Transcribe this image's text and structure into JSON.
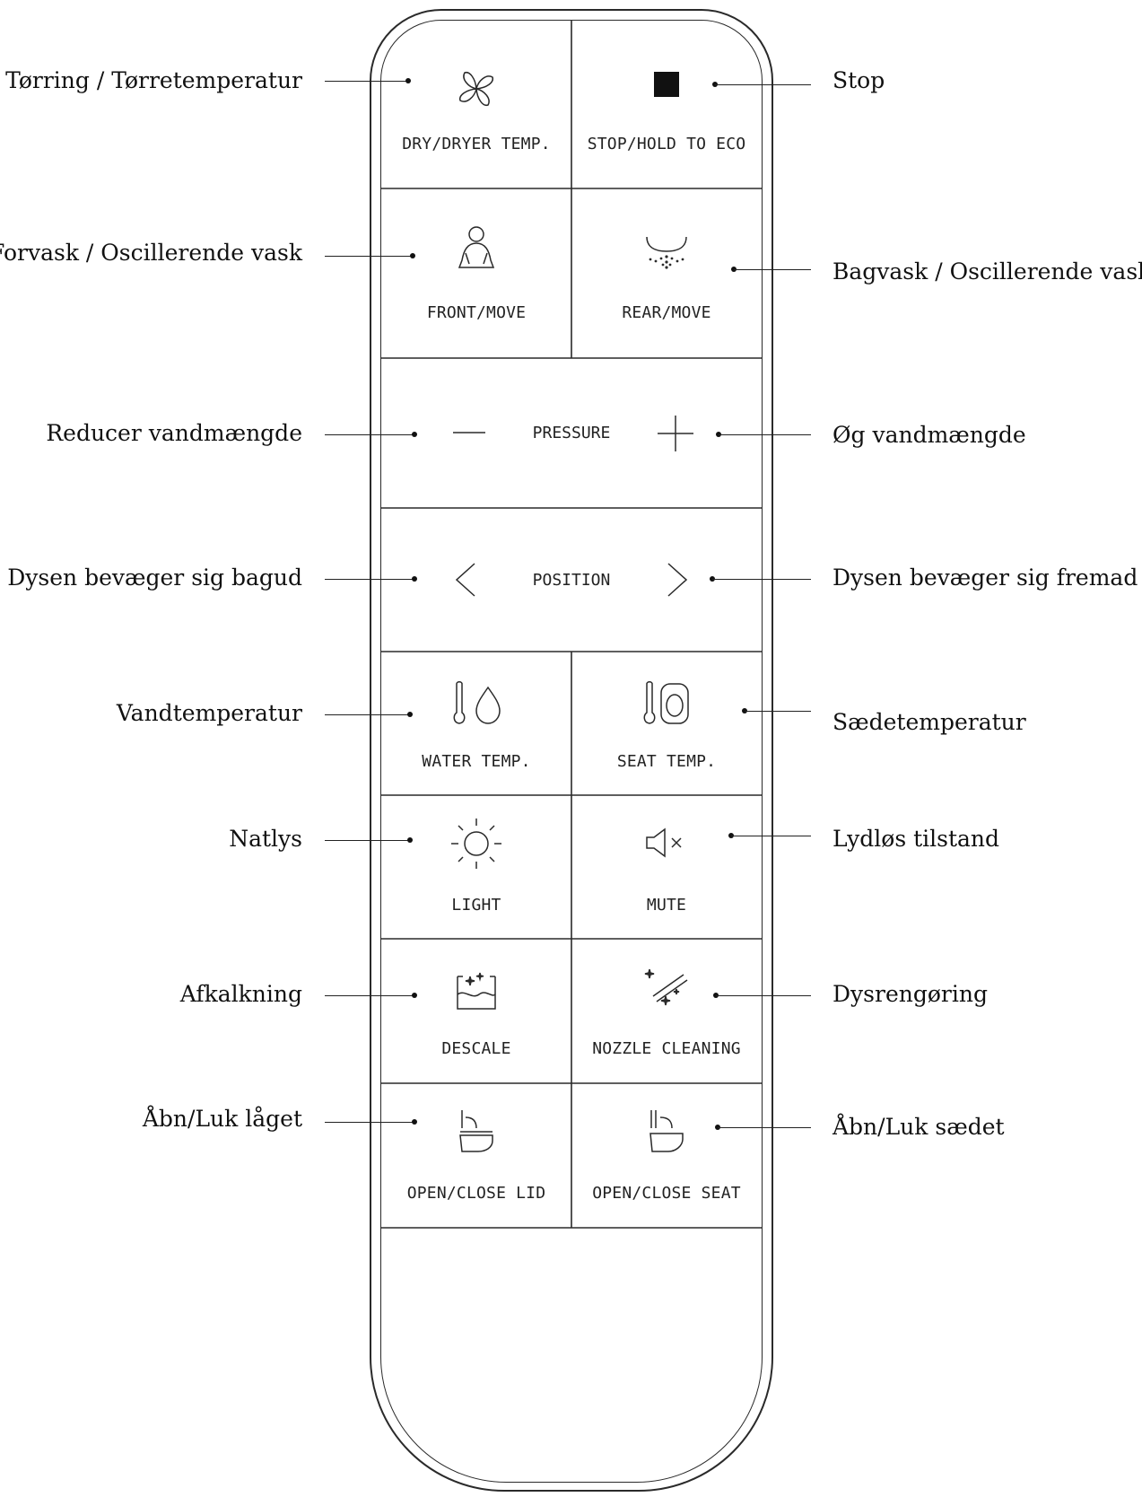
{
  "remote": {
    "buttons": {
      "dry": {
        "label": "DRY/DRYER TEMP.",
        "icon": "fan-icon"
      },
      "stop": {
        "label": "STOP/HOLD TO ECO",
        "icon": "stop-square-icon"
      },
      "front": {
        "label": "FRONT/MOVE",
        "icon": "person-icon"
      },
      "rear": {
        "label": "REAR/MOVE",
        "icon": "rear-spray-icon"
      },
      "pressure": {
        "label": "PRESSURE",
        "minus_icon": "minus-icon",
        "plus_icon": "plus-icon"
      },
      "position": {
        "label": "POSITION",
        "left_icon": "chevron-left-icon",
        "right_icon": "chevron-right-icon"
      },
      "water_temp": {
        "label": "WATER TEMP.",
        "icon": "thermometer-drop-icon"
      },
      "seat_temp": {
        "label": "SEAT TEMP.",
        "icon": "thermometer-seat-icon"
      },
      "light": {
        "label": "LIGHT",
        "icon": "sun-icon"
      },
      "mute": {
        "label": "MUTE",
        "icon": "speaker-mute-icon"
      },
      "descale": {
        "label": "DESCALE",
        "icon": "descale-icon"
      },
      "nozzle_cleaning": {
        "label": "NOZZLE CLEANING",
        "icon": "sparkle-nozzle-icon"
      },
      "open_close_lid": {
        "label": "OPEN/CLOSE LID",
        "icon": "toilet-lid-icon"
      },
      "open_close_seat": {
        "label": "OPEN/CLOSE SEAT",
        "icon": "toilet-seat-icon"
      }
    }
  },
  "callouts": {
    "dry": "Tørring / Tørretemperatur",
    "stop": "Stop",
    "front": "Forvask / Oscillerende vask",
    "rear": "Bagvask / Oscillerende vask",
    "pressure_minus": "Reducer vandmængde",
    "pressure_plus": "Øg vandmængde",
    "position_back": "Dysen bevæger sig bagud",
    "position_forward": "Dysen bevæger sig fremad",
    "water_temp": "Vandtemperatur",
    "seat_temp": "Sædetemperatur",
    "light": "Natlys",
    "mute": "Lydløs tilstand",
    "descale": "Afkalkning",
    "nozzle_cleaning": "Dysrengøring",
    "open_close_lid": "Åbn/Luk låget",
    "open_close_seat": "Åbn/Luk sædet"
  },
  "colors": {
    "line": "#2a2a2a",
    "text": "#111111",
    "background": "#ffffff"
  }
}
